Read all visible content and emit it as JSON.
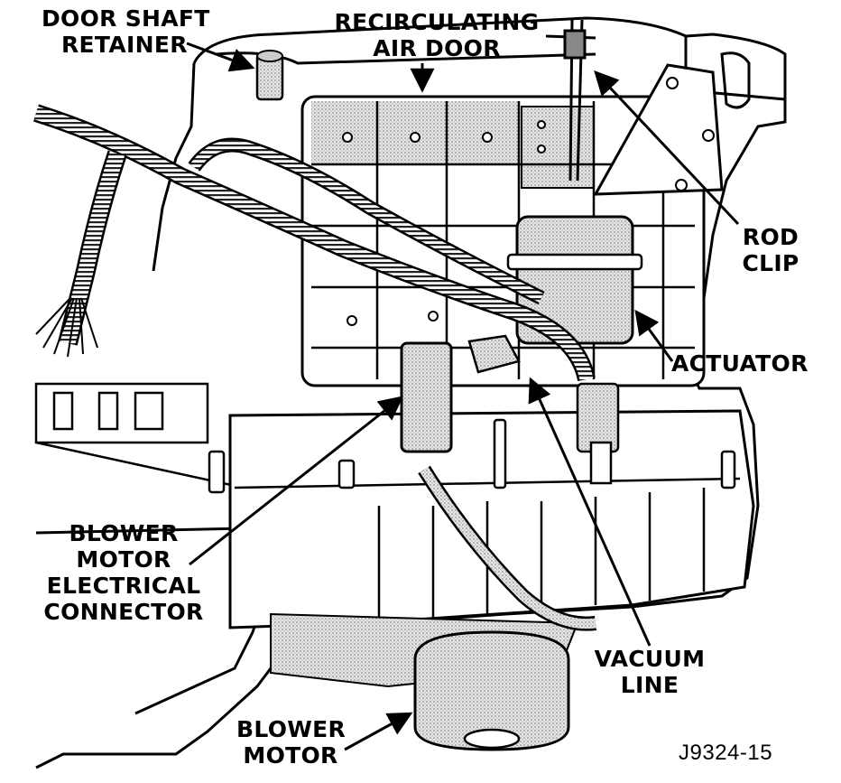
{
  "labels": {
    "door_shaft_retainer": [
      "DOOR SHAFT",
      "RETAINER"
    ],
    "recirculating_air_door": [
      "RECIRCULATING",
      "AIR DOOR"
    ],
    "rod_clip": [
      "ROD",
      "CLIP"
    ],
    "actuator": "ACTUATOR",
    "blower_motor_electrical_connector": [
      "BLOWER",
      "MOTOR",
      "ELECTRICAL",
      "CONNECTOR"
    ],
    "vacuum_line": [
      "VACUUM",
      "LINE"
    ],
    "blower_motor": [
      "BLOWER",
      "MOTOR"
    ]
  },
  "figure_id": "J9324-15",
  "colors": {
    "ink": "#000000",
    "paper": "#ffffff",
    "shade": "#c8c8c8"
  }
}
